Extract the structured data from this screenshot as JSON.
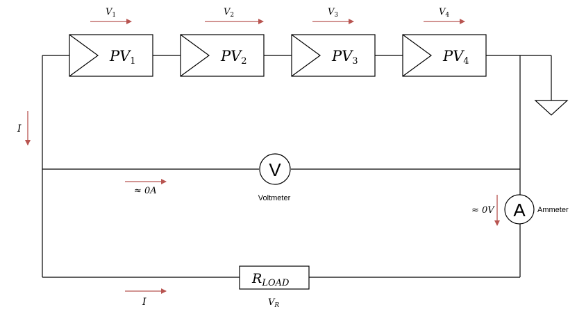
{
  "modules": [
    {
      "base": "PV",
      "sub": "1",
      "voltage_base": "V",
      "voltage_sub": "1"
    },
    {
      "base": "PV",
      "sub": "2",
      "voltage_base": "V",
      "voltage_sub": "2"
    },
    {
      "base": "PV",
      "sub": "3",
      "voltage_base": "V",
      "voltage_sub": "3"
    },
    {
      "base": "PV",
      "sub": "4",
      "voltage_base": "V",
      "voltage_sub": "4"
    }
  ],
  "current_left": "I",
  "current_bottom": "I",
  "voltmeter": {
    "symbol": "V",
    "caption": "Voltmeter",
    "current_label": "≈ 0A"
  },
  "ammeter": {
    "symbol": "A",
    "caption": "Ammeter",
    "voltage_label": "≈ 0V"
  },
  "load": {
    "base": "R",
    "sub": "LOAD",
    "voltage_base": "V",
    "voltage_sub": "R"
  },
  "colors": {
    "wire": "#000000",
    "arrow": "#b85450"
  }
}
